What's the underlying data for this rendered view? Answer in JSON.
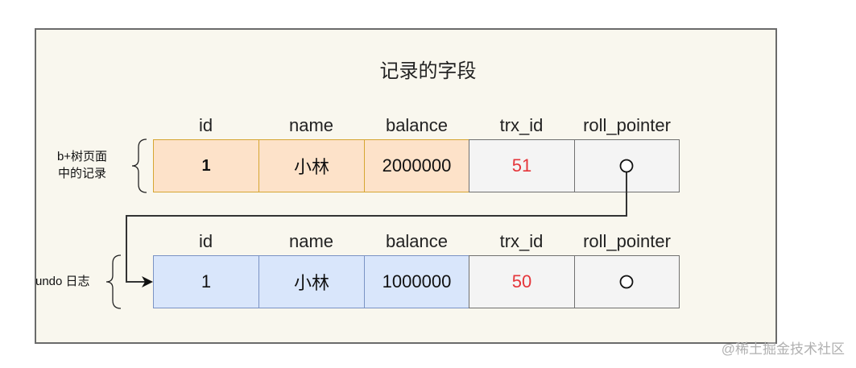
{
  "title": "记录的字段",
  "columns": [
    "id",
    "name",
    "balance",
    "trx_id",
    "roll_pointer"
  ],
  "rows": [
    {
      "label": "b+树页面\n中的记录",
      "label_line1": "b+树页面",
      "label_line2": "中的记录",
      "style": "orange",
      "cells": {
        "id": "1",
        "name": "小林",
        "balance": "2000000",
        "trx_id": "51",
        "roll_pointer": "pointer-circle"
      }
    },
    {
      "label": "undo 日志",
      "style": "blue",
      "cells": {
        "id": "1",
        "name": "小林",
        "balance": "1000000",
        "trx_id": "50",
        "roll_pointer": "pointer-circle"
      }
    }
  ],
  "connector": {
    "from": "row0.roll_pointer",
    "to": "row1",
    "type": "arrow"
  },
  "colors": {
    "orange_fill": "#fde2c9",
    "orange_border": "#d6a632",
    "blue_fill": "#d9e6fb",
    "blue_border": "#7a93c4",
    "trx_id_text": "#e5353a",
    "background": "#f9f7ee"
  },
  "watermark": "@稀土掘金技术社区"
}
